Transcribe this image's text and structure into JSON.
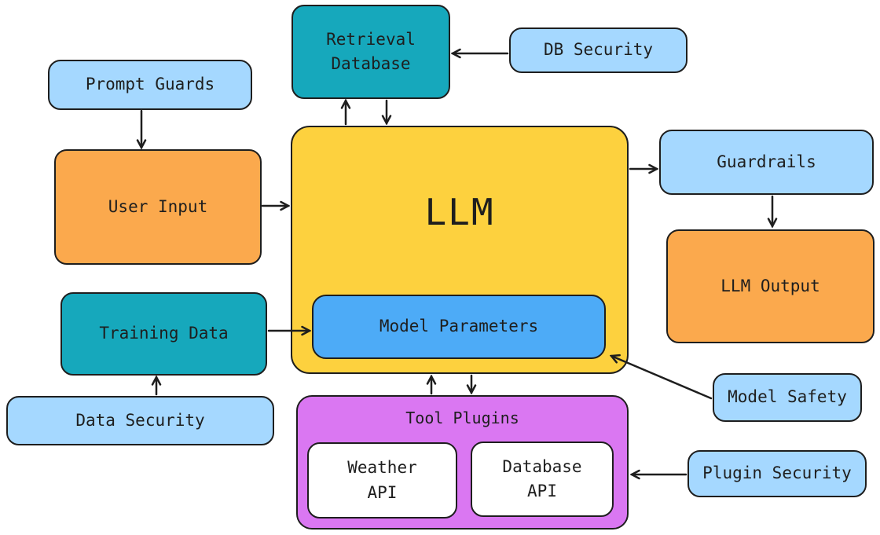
{
  "diagram": {
    "palette": {
      "stroke": "#1e1e1e",
      "light_blue": "#a5d8ff",
      "teal": "#16a8bc",
      "orange": "#fba94d",
      "yellow": "#fdd13e",
      "blue": "#4dabf7",
      "purple": "#da77f2",
      "white": "#ffffff"
    },
    "nodes": {
      "prompt_guards": {
        "label": "Prompt Guards",
        "color": "light_blue"
      },
      "retrieval_database": {
        "lines": [
          "Retrieval",
          "Database"
        ],
        "color": "teal"
      },
      "db_security": {
        "label": "DB Security",
        "color": "light_blue"
      },
      "user_input": {
        "label": "User Input",
        "color": "orange"
      },
      "llm": {
        "label": "LLM",
        "color": "yellow"
      },
      "model_parameters": {
        "label": "Model Parameters",
        "color": "blue"
      },
      "guardrails": {
        "label": "Guardrails",
        "color": "light_blue"
      },
      "llm_output": {
        "label": "LLM Output",
        "color": "orange"
      },
      "training_data": {
        "label": "Training Data",
        "color": "teal"
      },
      "data_security": {
        "label": "Data Security",
        "color": "light_blue"
      },
      "tool_plugins": {
        "label": "Tool Plugins",
        "color": "purple"
      },
      "weather_api": {
        "lines": [
          "Weather",
          "API"
        ],
        "color": "white"
      },
      "database_api": {
        "lines": [
          "Database",
          "API"
        ],
        "color": "white"
      },
      "model_safety": {
        "label": "Model Safety",
        "color": "light_blue"
      },
      "plugin_security": {
        "label": "Plugin Security",
        "color": "light_blue"
      }
    },
    "edges": [
      {
        "from": "prompt_guards",
        "to": "user_input"
      },
      {
        "from": "user_input",
        "to": "llm"
      },
      {
        "from": "db_security",
        "to": "retrieval_database"
      },
      {
        "from": "llm",
        "to": "retrieval_database"
      },
      {
        "from": "retrieval_database",
        "to": "llm"
      },
      {
        "from": "llm",
        "to": "guardrails"
      },
      {
        "from": "guardrails",
        "to": "llm_output"
      },
      {
        "from": "training_data",
        "to": "model_parameters"
      },
      {
        "from": "data_security",
        "to": "training_data"
      },
      {
        "from": "tool_plugins",
        "to": "llm"
      },
      {
        "from": "llm",
        "to": "tool_plugins"
      },
      {
        "from": "model_safety",
        "to": "model_parameters"
      },
      {
        "from": "plugin_security",
        "to": "tool_plugins"
      }
    ]
  }
}
